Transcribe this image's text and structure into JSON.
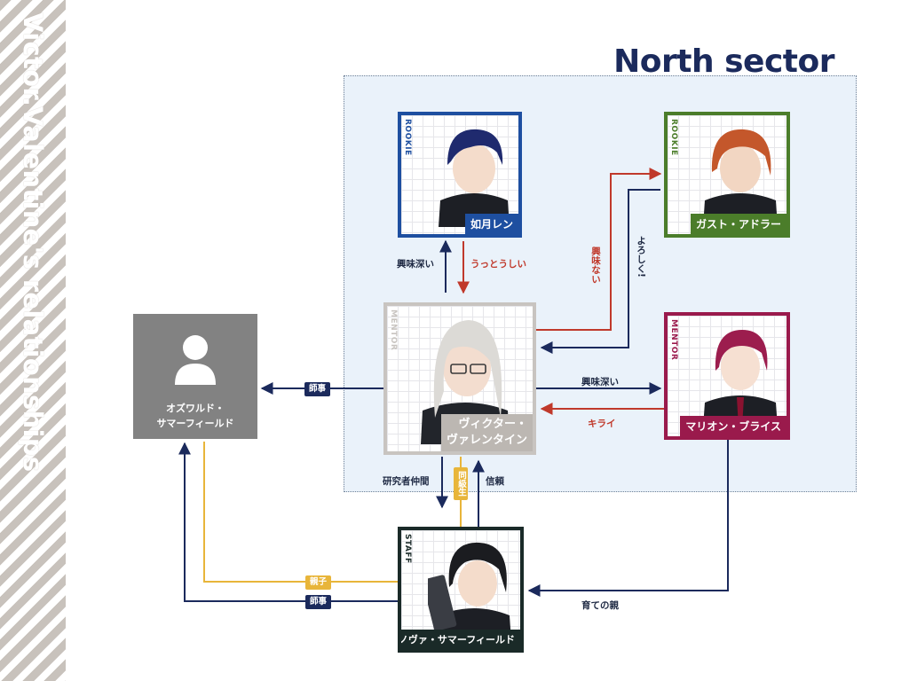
{
  "side_title": "Victor.Valentine's relationships",
  "sector_title": "North sector",
  "characters": {
    "ren": {
      "name": "如月レン",
      "role": "ROOKIE",
      "color": "#1e4fa0"
    },
    "gust": {
      "name": "ガスト・アドラー",
      "role": "ROOKIE",
      "color": "#4b7d2a"
    },
    "victor": {
      "name_line1": "ヴィクター・",
      "name_line2": "ヴァレンタイン",
      "role": "MENTOR",
      "color": "#c8c4c0"
    },
    "marion": {
      "name": "マリオン・ブライス",
      "role": "MENTOR",
      "color": "#9a1a4c"
    },
    "nova": {
      "name": "ノヴァ・サマーフィールド",
      "role": "STAFF",
      "color": "#1a2a28"
    },
    "oswald": {
      "name_line1": "オズワルド・",
      "name_line2": "サマーフィールド"
    }
  },
  "relations": {
    "victor_to_ren": "興味深い",
    "ren_to_victor": "うっとうしい",
    "victor_to_gust": "興味ない",
    "gust_to_victor": "よろしく!",
    "victor_to_marion": "興味深い",
    "marion_to_victor": "キライ",
    "victor_to_oswald": "師事",
    "victor_to_nova": "研究者仲間",
    "victor_nova_classmate": "同級生",
    "nova_to_victor": "信頼",
    "nova_oswald_parent": "親子",
    "nova_to_oswald": "師事",
    "marion_to_nova": "育ての親"
  },
  "colors": {
    "navy": "#1b2a5c",
    "red": "#c0392b",
    "gold": "#e8b53a",
    "sector_bg": "#eaf2fa"
  }
}
